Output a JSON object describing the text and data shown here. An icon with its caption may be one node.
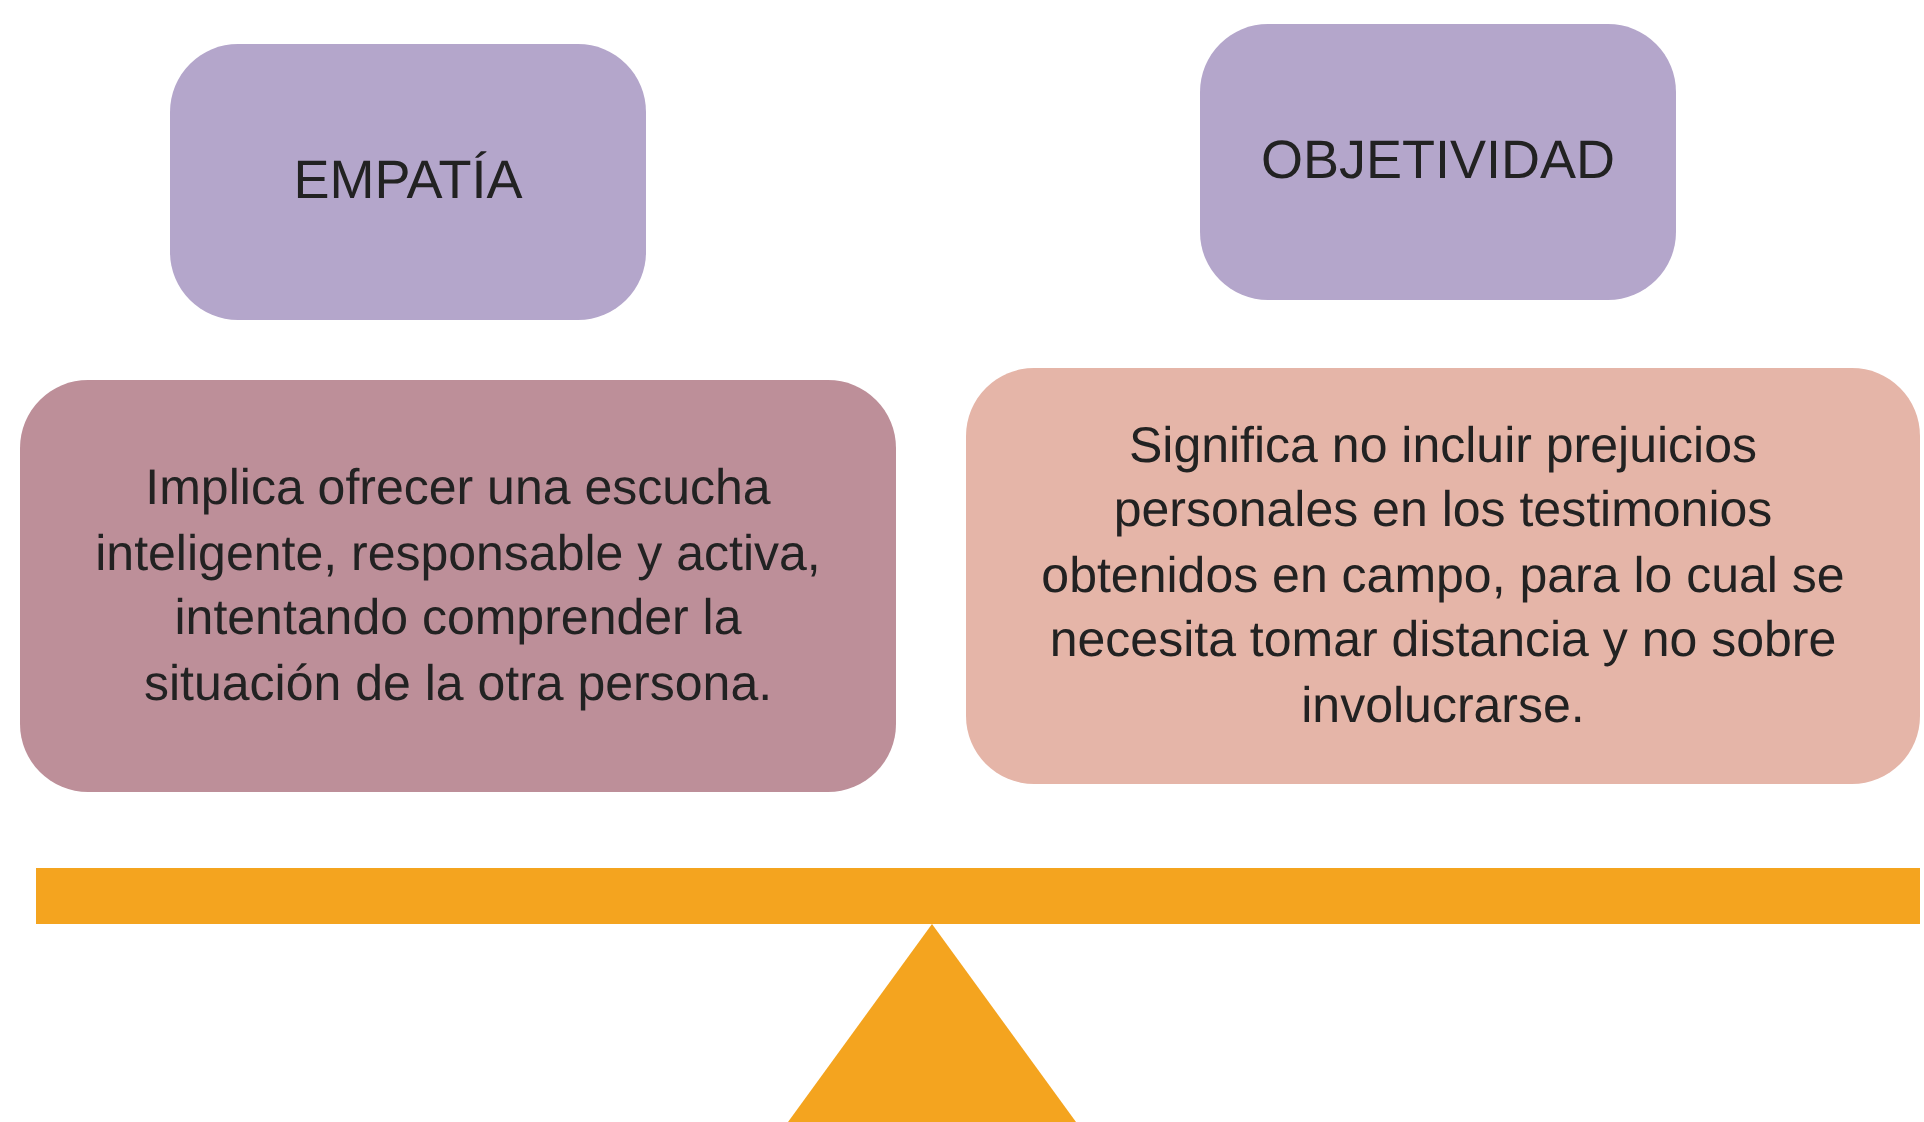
{
  "diagram": {
    "nodes": [
      {
        "text": [
          "EMPATÍA"
        ]
      },
      {
        "text": [
          "OBJETIVIDAD"
        ]
      },
      {
        "text": [
          "Implica ofrecer una escucha inteligente, responsable y activa, intentando comprender la situación de la otra persona."
        ]
      },
      {
        "text": [
          "Significa no incluir prejuicios personales en los testimonios obtenidos en campo, para lo cual se necesita tomar distancia y no sobre involucrarse."
        ]
      }
    ]
  }
}
